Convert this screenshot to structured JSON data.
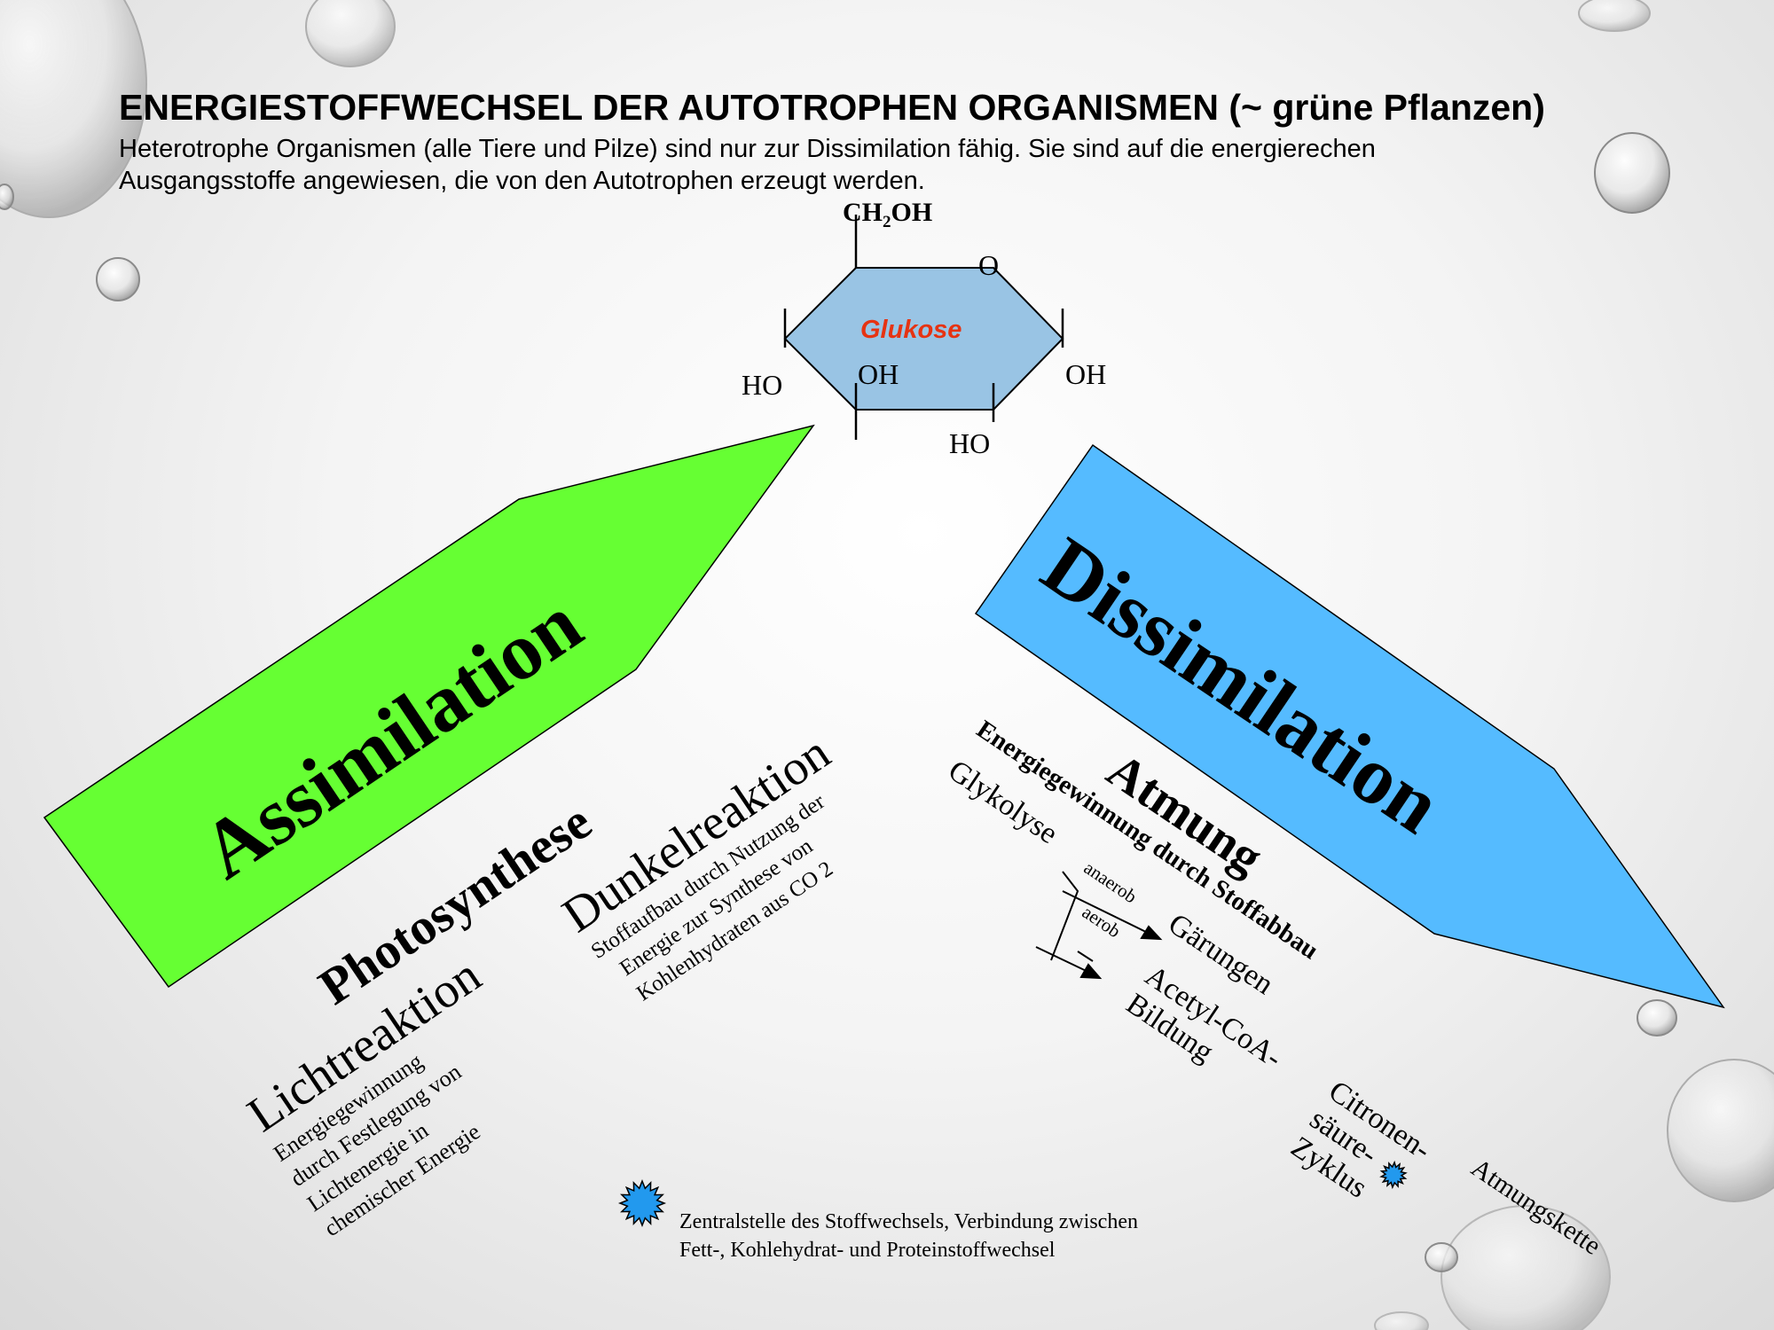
{
  "header": {
    "title": "ENERGIESTOFFWECHSEL DER AUTOTROPHEN ORGANISMEN (~ grüne Pflanzen)",
    "subtitle_line1": "Heterotrophe Organismen (alle Tiere und Pilze) sind nur zur Dissimilation fähig. Sie sind auf die energierechen",
    "subtitle_line2": "Ausgangsstoffe angewiesen, die von den Autotrophen erzeugt werden."
  },
  "glucose": {
    "name": "Glukose",
    "top_group": "CH",
    "top_sub": "2",
    "top_group_end": "OH",
    "ring_oxygen": "O",
    "left_group": "HO",
    "inner_left_group": "OH",
    "right_group": "OH",
    "bottom_group": "HO"
  },
  "assimilation": {
    "label": "Assimilation",
    "photosynthese": "Photosynthese",
    "lichtreaktion": "Lichtreaktion",
    "licht_desc": [
      "Energiegewinnung",
      "durch Festlegung von",
      "Lichtenergie in",
      "chemischer Energie"
    ],
    "dunkelreaktion": "Dunkelreaktion",
    "dunkel_desc": [
      "Stoffaufbau durch Nutzung der",
      "Energie zur Synthese von",
      "Kohlenhydraten aus CO 2"
    ]
  },
  "dissimilation": {
    "label": "Dissimilation",
    "atmung": "Atmung",
    "atmung_desc": "Energiegewinnung durch Stoffabbau",
    "glykolyse": "Glykolyse",
    "anaerob": "anaerob",
    "aerob": "aerob",
    "gaerungen": "Gärungen",
    "acetyl_line1": "Acetyl-CoA-",
    "acetyl_line2": "Bildung",
    "citronen_line1": "Citronen-",
    "citronen_line2": "säure-",
    "citronen_line3": "Zyklus",
    "atmungskette": "Atmungskette"
  },
  "legend": {
    "line1": "Zentralstelle des Stoffwechsels, Verbindung zwischen",
    "line2": "Fett-, Kohlehydrat- und Proteinstoffwechsel"
  },
  "colors": {
    "assimilation": "#66ff33",
    "dissimilation": "#55bbff",
    "glucose_fill": "#99c4e4",
    "glucose_label": "#e63312",
    "star": "#2299ee"
  }
}
